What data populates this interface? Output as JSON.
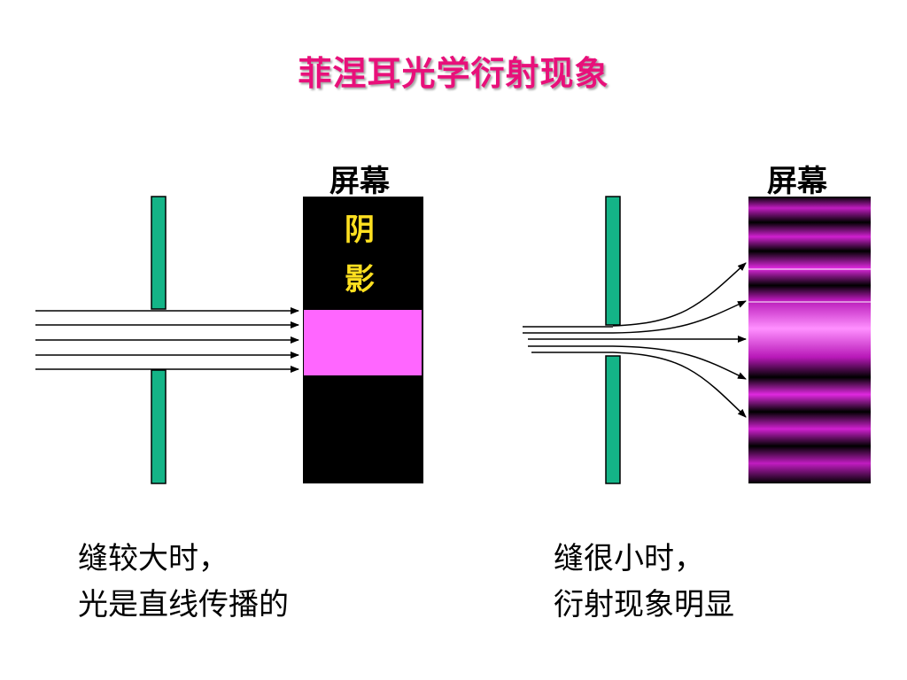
{
  "title": "菲涅耳光学衍射现象",
  "left_panel": {
    "screen_label": "屏幕",
    "shadow_text_1": "阴",
    "shadow_text_2": "影",
    "caption_line1": "缝较大时，",
    "caption_line2": "光是直线传播的"
  },
  "right_panel": {
    "screen_label": "屏幕",
    "caption_line1": "缝很小时，",
    "caption_line2": "衍射现象明显"
  },
  "colors": {
    "title": "#e8107a",
    "barrier": "#14b487",
    "screen_dark": "#000000",
    "lit_region": "#ff66ff",
    "fringe": "#d020d0",
    "shadow_text": "#ffe020"
  }
}
